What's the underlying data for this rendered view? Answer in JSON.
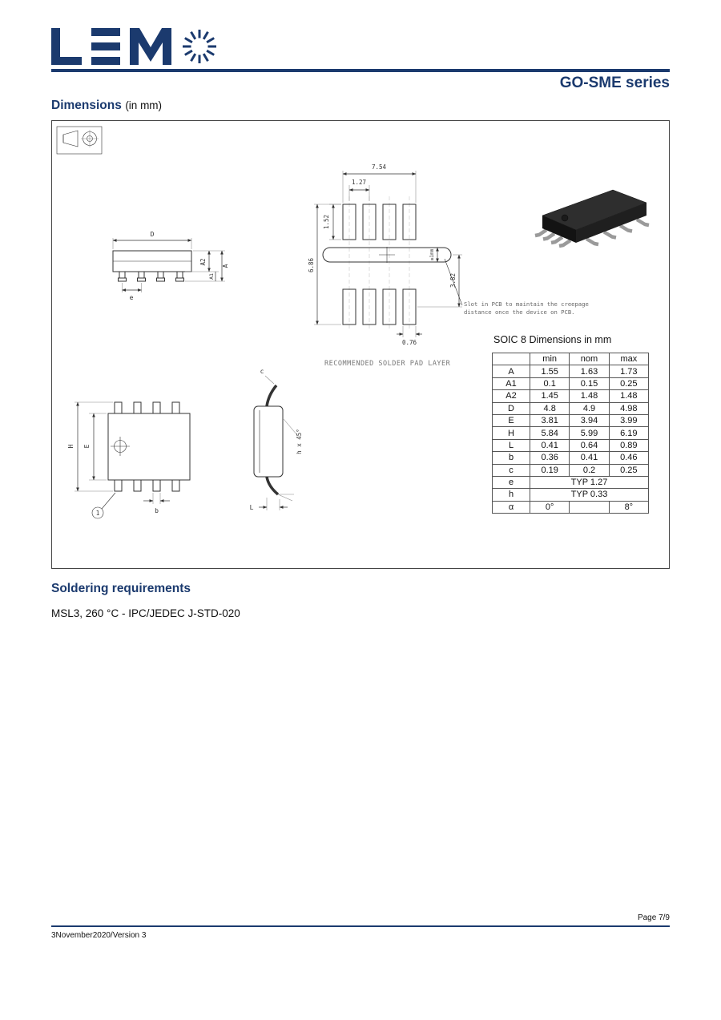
{
  "colors": {
    "brand_navy": "#1b3a6e"
  },
  "header": {
    "logo_text": "LEM",
    "series_title": "GO-SME series"
  },
  "dimensions_section": {
    "title": "Dimensions",
    "subtitle": "(in mm)"
  },
  "drawing": {
    "caption_solder_pad": "RECOMMENDED SOLDER PAD LAYER",
    "note_line1": "Slot in PCB to maintain the creepage",
    "note_line2": "distance once the device on PCB.",
    "dims": {
      "total_width": "7.54",
      "pad_pitch": "1.27",
      "pad_length": "1.52",
      "pad_span": "6.86",
      "slot_offset": "3.82",
      "slot_min": "≥1mm",
      "pad_width": "0.76",
      "D": "D",
      "A": "A",
      "A1": "A1",
      "A2": "A2",
      "e": "e",
      "H": "H",
      "E": "E",
      "b": "b",
      "c": "c",
      "L": "L",
      "h45": "h x 45°",
      "pin1": "1"
    }
  },
  "table": {
    "title": "SOIC 8 Dimensions in mm",
    "columns": [
      "",
      "min",
      "nom",
      "max"
    ],
    "rows": [
      [
        "A",
        "1.55",
        "1.63",
        "1.73"
      ],
      [
        "A1",
        "0.1",
        "0.15",
        "0.25"
      ],
      [
        "A2",
        "1.45",
        "1.48",
        "1.48"
      ],
      [
        "D",
        "4.8",
        "4.9",
        "4.98"
      ],
      [
        "E",
        "3.81",
        "3.94",
        "3.99"
      ],
      [
        "H",
        "5.84",
        "5.99",
        "6.19"
      ],
      [
        "L",
        "0.41",
        "0.64",
        "0.89"
      ],
      [
        "b",
        "0.36",
        "0.41",
        "0.46"
      ],
      [
        "c",
        "0.19",
        "0.2",
        "0.25"
      ],
      [
        "e",
        "TYP 1.27"
      ],
      [
        "h",
        "TYP 0.33"
      ],
      [
        "α",
        "0°",
        "",
        "8°"
      ]
    ]
  },
  "soldering_section": {
    "title": "Soldering requirements",
    "text": "MSL3, 260 °C - IPC/JEDEC J-STD-020"
  },
  "footer": {
    "page": "Page 7/9",
    "version": "3November2020/Version 3"
  }
}
